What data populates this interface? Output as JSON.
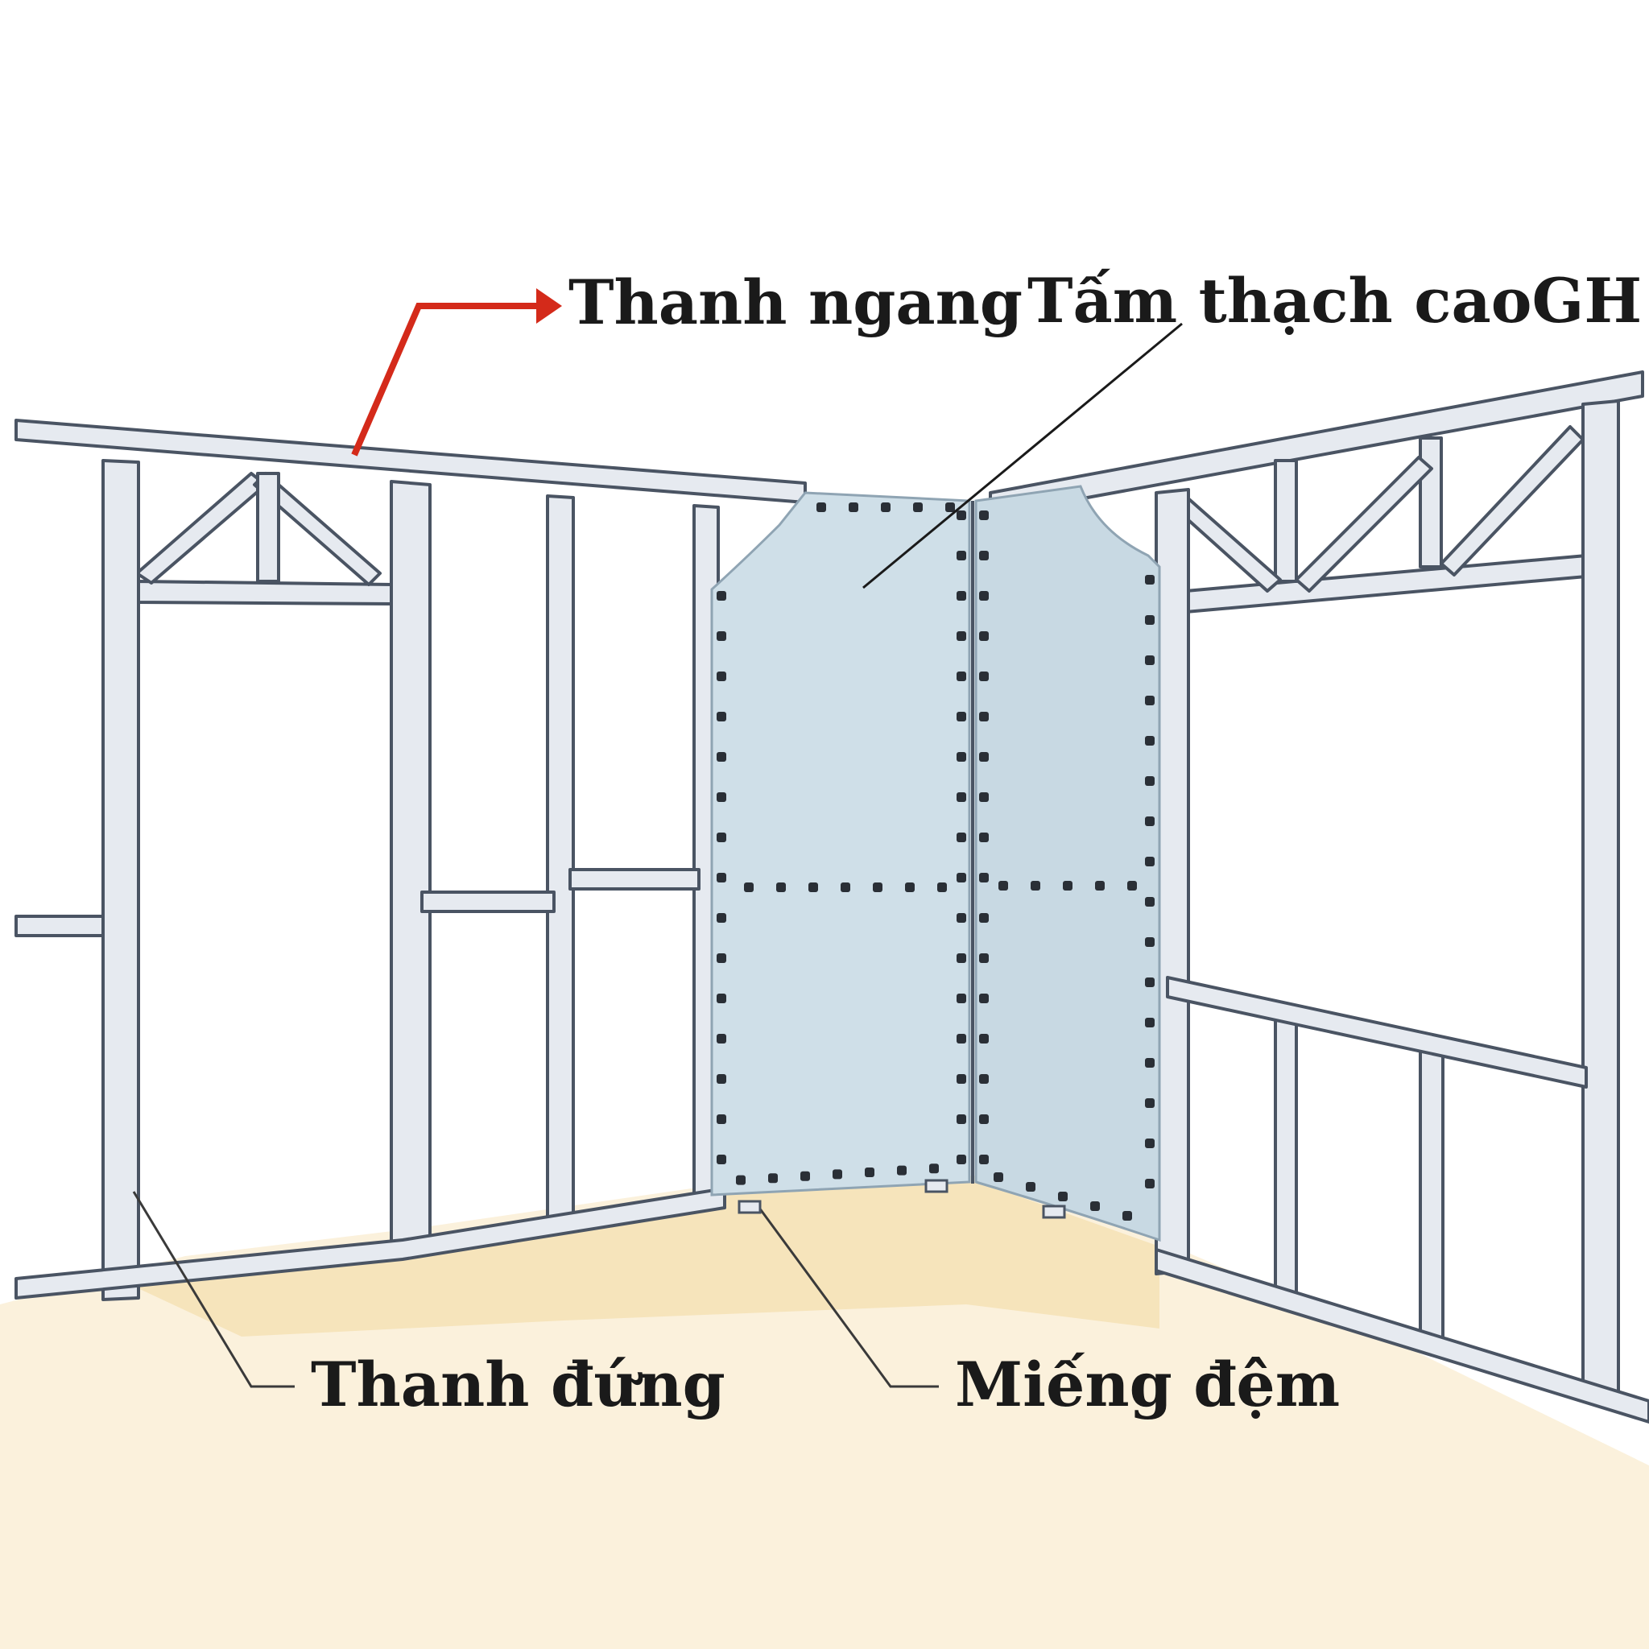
{
  "labels": {
    "top_rail": "Thanh ngang",
    "gypsum_board": "Tấm thạch caoGH",
    "stud": "Thanh đứng",
    "pad": "Miếng đệm"
  },
  "colors": {
    "background": "#ffffff",
    "floor": "#f6e4bb",
    "metal_fill": "#e6eaf0",
    "metal_edge": "#4a5463",
    "board_fill": "#cfdfe8",
    "screw": "#2a2f36",
    "arrow": "#d42a1a",
    "leader": "#1a1a1a"
  }
}
